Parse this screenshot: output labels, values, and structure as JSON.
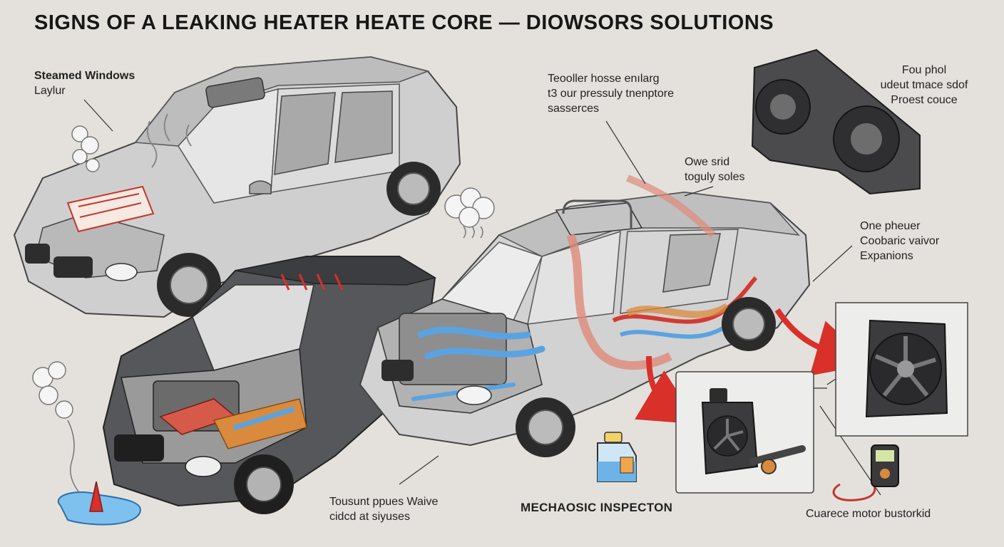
{
  "title": "SIGNS OF A LEAKING HEATER HEATE CORE — DI⁠OWSORS SOLUTIONS",
  "labels": {
    "steamed_windows": [
      "Steamed Windows",
      "Laylur"
    ],
    "hose": [
      "Teooller hosse enılarg",
      "t3 our pressuly tnenptore",
      "sasserces"
    ],
    "owe_srid": [
      "Owe srid",
      "toguly soles"
    ],
    "foul_phol": [
      "Fou phol",
      "udeut tmace sdof",
      "Proest couce"
    ],
    "one_phewer": [
      "One pheuer",
      "Coobaric vaivor",
      "Expanions"
    ],
    "tousunt": [
      "Tousunt ppues Waive",
      "cidcd at siyuses"
    ],
    "mech_inspection": "MECHAOSIC INSPECTON",
    "cuarece": "Cuarece motor bustorkid"
  },
  "colors": {
    "background": "#e4e1dc",
    "car_silver": "#c9c9c9",
    "car_dark": "#4a4a4c",
    "coolant_blue": "#5aa3e0",
    "heat_red": "#d23b32",
    "pipe_orange": "#d98a3d",
    "arrow_red": "#d9302a"
  },
  "icons": [
    "steam-cloud-icon",
    "coolant-puddle-icon",
    "warning-cone-icon",
    "coolant-bottle-icon",
    "blower-fan-icon",
    "multimeter-icon"
  ]
}
